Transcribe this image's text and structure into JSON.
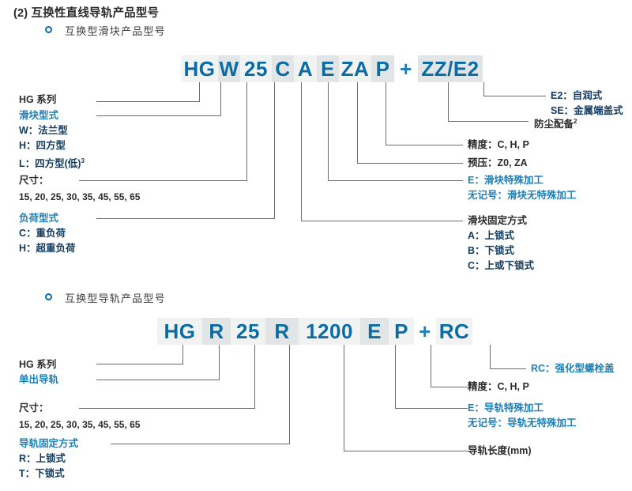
{
  "document": {
    "section_title": "(2) 互换性直线导轨产品型号"
  },
  "block1": {
    "heading": "互换型滑块产品型号",
    "bullet_icon": "ring-bullet-icon",
    "code_cells": [
      {
        "text": "HG",
        "shade": "a"
      },
      {
        "text": "W",
        "shade": "b"
      },
      {
        "text": "25",
        "shade": "a"
      },
      {
        "text": "C",
        "shade": "b"
      },
      {
        "text": "A",
        "shade": "a"
      },
      {
        "text": "E",
        "shade": "b"
      },
      {
        "text": "ZA",
        "shade": "a"
      },
      {
        "text": "P",
        "shade": "b"
      },
      {
        "text": "+",
        "shade": "plain"
      },
      {
        "text": "ZZ/E2",
        "shade": "b"
      }
    ],
    "left_labels": {
      "series": "HG 系列",
      "block_type_title": "滑块型式",
      "block_type_items": [
        "W：法兰型",
        "H：四方型",
        "L：四方型(低)"
      ],
      "block_type_sup": "3",
      "size_title": "尺寸：",
      "size_values": "15, 20, 25, 30, 35, 45, 55, 65",
      "load_title": "负荷型式",
      "load_items": [
        "C：重负荷",
        "H：超重负荷"
      ]
    },
    "right_labels": {
      "dust_options": [
        "E2：自润式",
        "SE：金属端盖式"
      ],
      "dust_title": "防尘配备",
      "dust_sup": "2",
      "accuracy": "精度：C, H, P",
      "preload": "预压：Z0, ZA",
      "special_machining": [
        "E：滑块特殊加工",
        "无记号：滑块无特殊加工"
      ],
      "mount_title": "滑块固定方式",
      "mount_items": [
        "A：上锁式",
        "B：下锁式",
        "C：上或下锁式"
      ]
    }
  },
  "block2": {
    "heading": "互换型导轨产品型号",
    "bullet_icon": "ring-bullet-icon",
    "code_cells": [
      {
        "text": "HG",
        "shade": "a"
      },
      {
        "text": "R",
        "shade": "b"
      },
      {
        "text": "25",
        "shade": "a"
      },
      {
        "text": "R",
        "shade": "b"
      },
      {
        "text": "1200",
        "shade": "a"
      },
      {
        "text": "E",
        "shade": "b"
      },
      {
        "text": "P",
        "shade": "a"
      },
      {
        "text": "+",
        "shade": "plain"
      },
      {
        "text": "RC",
        "shade": "a"
      }
    ],
    "left_labels": {
      "series": "HG 系列",
      "rail_type": "单出导轨",
      "size_title": "尺寸：",
      "size_values": "15, 20, 25, 30, 35, 45, 55, 65",
      "mount_title": "导轨固定方式",
      "mount_items": [
        "R：上锁式",
        "T：下锁式"
      ]
    },
    "right_labels": {
      "bolt_cover": "RC：强化型螺栓盖",
      "accuracy": "精度：C, H, P",
      "special_machining": [
        "E：导轨特殊加工",
        "无记号：导轨无特殊加工"
      ],
      "rail_length": "导轨长度(mm)"
    }
  },
  "colors": {
    "code_blue": "#0b6ca3",
    "teal_label": "#1b7fb8",
    "navy_label": "#123a5e",
    "line_gray": "#6b6b6b",
    "shade_a": "#f1f2f2",
    "shade_b": "#e2e5e5"
  }
}
